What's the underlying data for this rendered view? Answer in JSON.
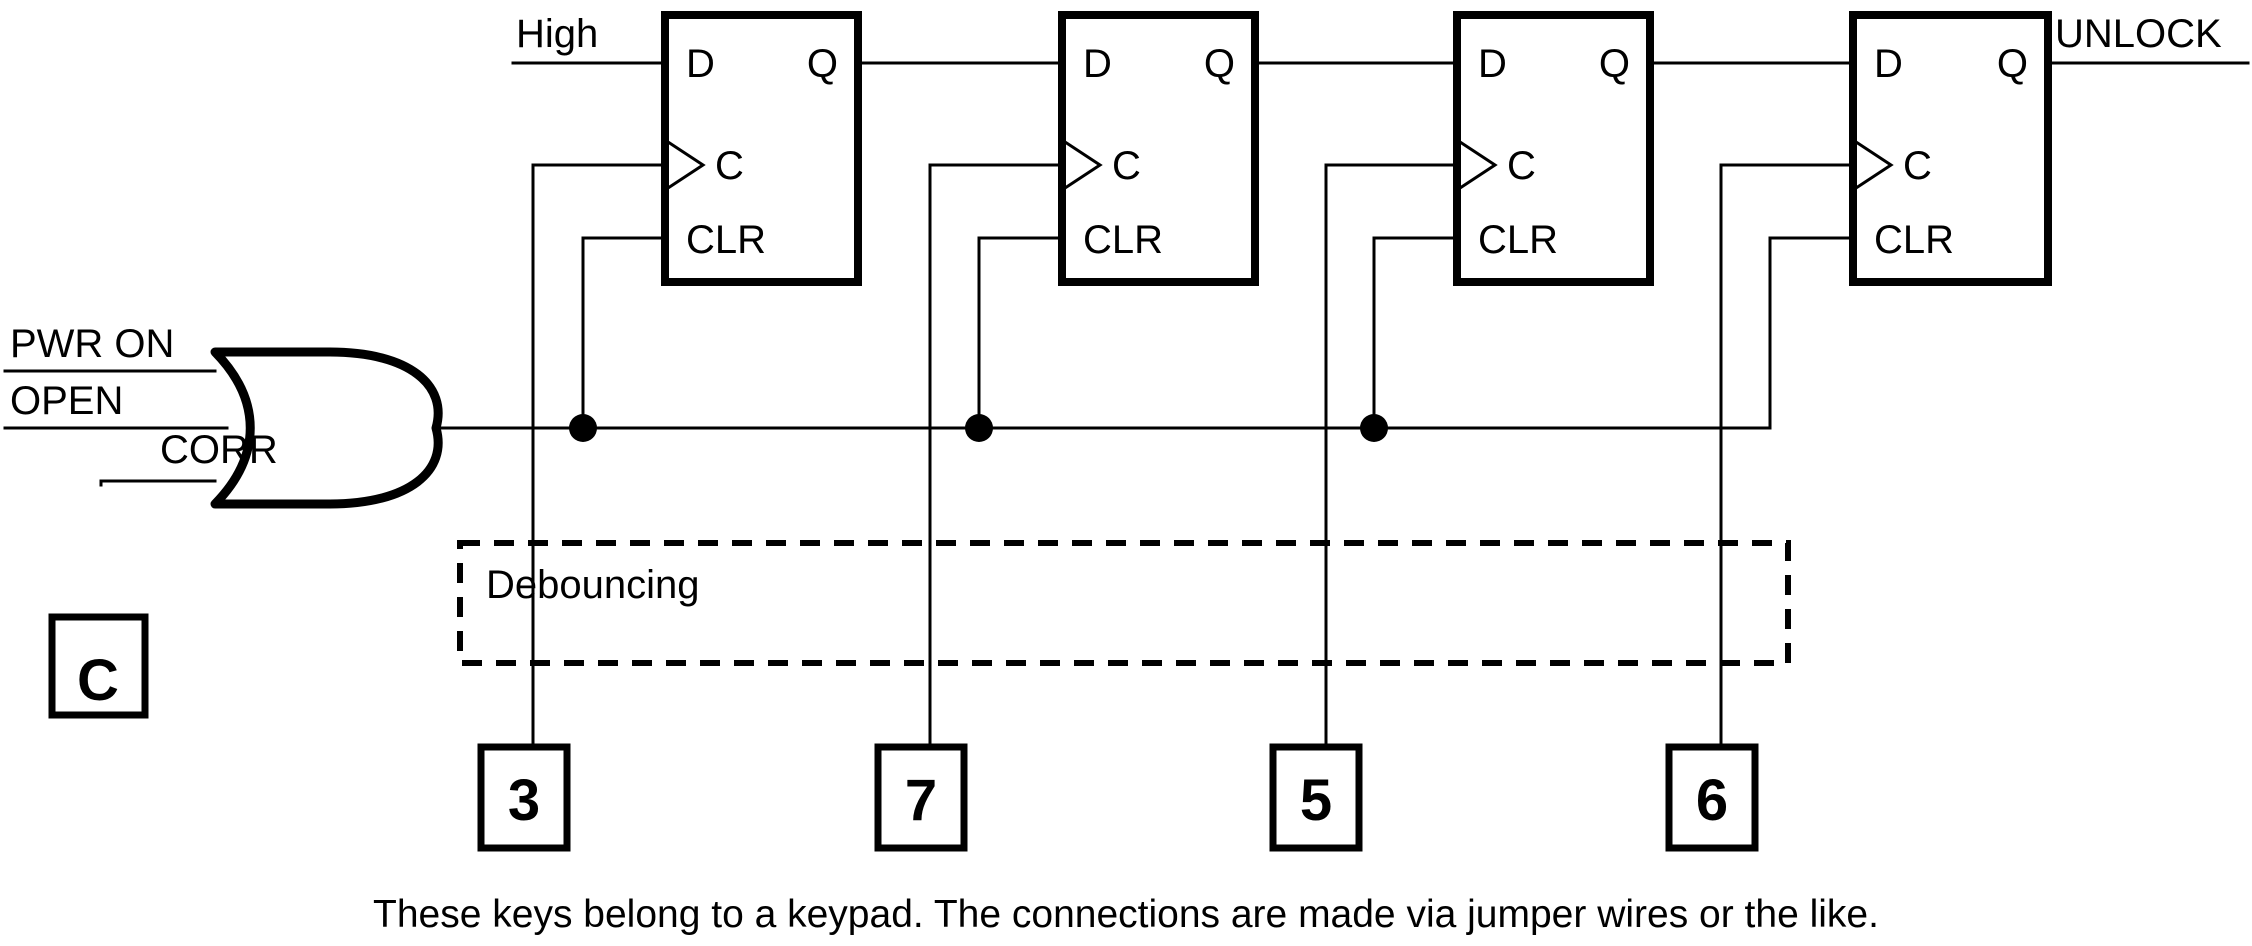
{
  "diagram": {
    "title_caption": "These keys belong to a keypad. The connections are made via jumper wires or the like.",
    "colors": {
      "ink": "#000000",
      "background": "#ffffff"
    },
    "inputs": {
      "high": "High",
      "pwr_on": "PWR ON",
      "open": "OPEN",
      "corr": "CORR"
    },
    "outputs": {
      "unlock": "UNLOCK"
    },
    "or_gate": {
      "name": "or-gate",
      "input_labels": [
        "PWR ON",
        "OPEN",
        "CORR"
      ],
      "inputs_count": 3
    },
    "clear_key": {
      "label": "C",
      "annotation": "CORR"
    },
    "debouncing": {
      "label": "Debouncing"
    },
    "flipflops": [
      {
        "index": 1,
        "d": "D",
        "q": "Q",
        "clk": "C",
        "clr": "CLR"
      },
      {
        "index": 2,
        "d": "D",
        "q": "Q",
        "clk": "C",
        "clr": "CLR"
      },
      {
        "index": 3,
        "d": "D",
        "q": "Q",
        "clk": "C",
        "clr": "CLR"
      },
      {
        "index": 4,
        "d": "D",
        "q": "Q",
        "clk": "C",
        "clr": "CLR"
      }
    ],
    "keypad_keys": [
      {
        "label": "3",
        "stage": 1
      },
      {
        "label": "7",
        "stage": 2
      },
      {
        "label": "5",
        "stage": 3
      },
      {
        "label": "6",
        "stage": 4
      }
    ],
    "code_sequence": "3756"
  }
}
